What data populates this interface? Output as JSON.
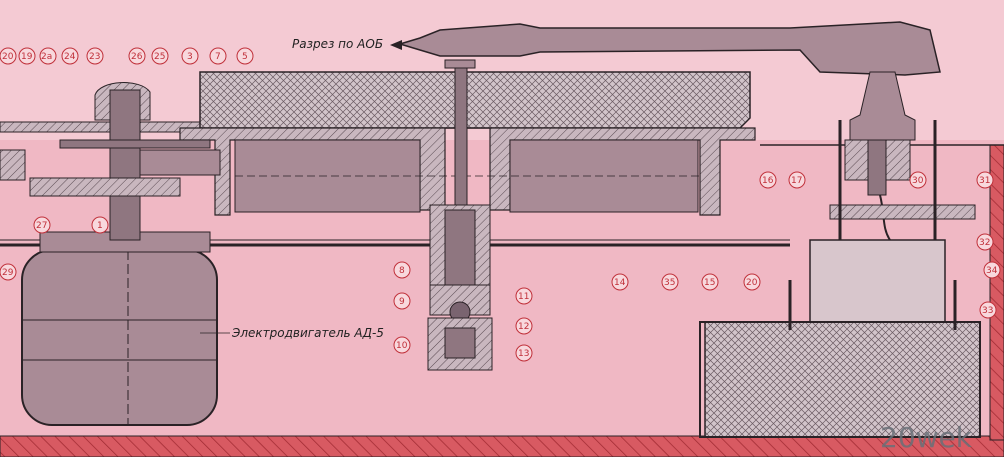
{
  "diagram": {
    "section_caption": "Разрез по АОБ",
    "motor_caption": "Электродвигатель АД-5",
    "watermark": "20wek",
    "part_numbers": {
      "n20a": "20",
      "n19": "19",
      "n2a": "2а",
      "n24": "24",
      "n23": "23",
      "n26": "26",
      "n25": "25",
      "n3": "3",
      "n7": "7",
      "n5": "5",
      "n27": "27",
      "n1": "1",
      "n29": "29",
      "n8": "8",
      "n9": "9",
      "n10": "10",
      "n11": "11",
      "n12": "12",
      "n13": "13",
      "n14": "14",
      "n15": "15",
      "n16": "16",
      "n17": "17",
      "n35": "35",
      "n20b": "20",
      "n30": "30",
      "n31": "31",
      "n32": "32",
      "n34": "34",
      "n33": "33"
    },
    "colors": {
      "background": "#f0b8c4",
      "body_fill": "#a98b96",
      "outline": "#2a2226",
      "hatch": "#5a4a52",
      "label_red": "#c0303a",
      "floor": "#d0404a"
    }
  }
}
